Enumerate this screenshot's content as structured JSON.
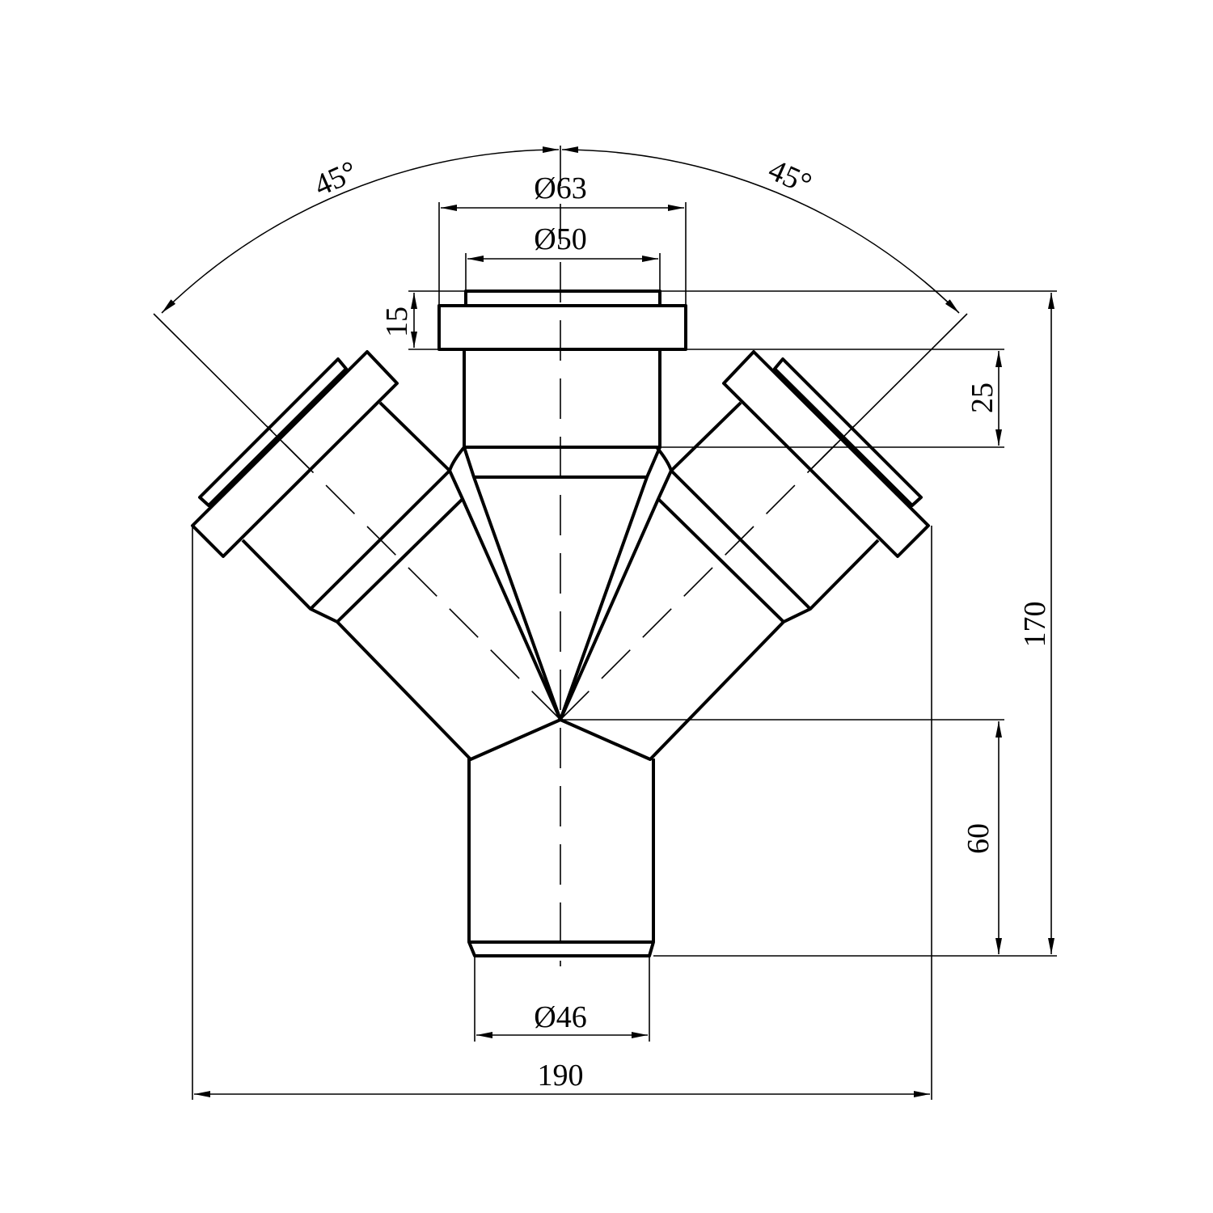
{
  "drawing": {
    "title": "45 degree double branch pipe fitting",
    "dimensions": {
      "top_outer_diameter": "Ø63",
      "top_inner_diameter": "Ø50",
      "collar_height": "15",
      "socket_depth": "25",
      "total_height": "170",
      "bottom_length": "60",
      "bottom_diameter": "Ø46",
      "total_width": "190",
      "left_angle": "45°",
      "right_angle": "45°"
    },
    "colors": {
      "line": "#000000",
      "background": "#ffffff"
    }
  }
}
